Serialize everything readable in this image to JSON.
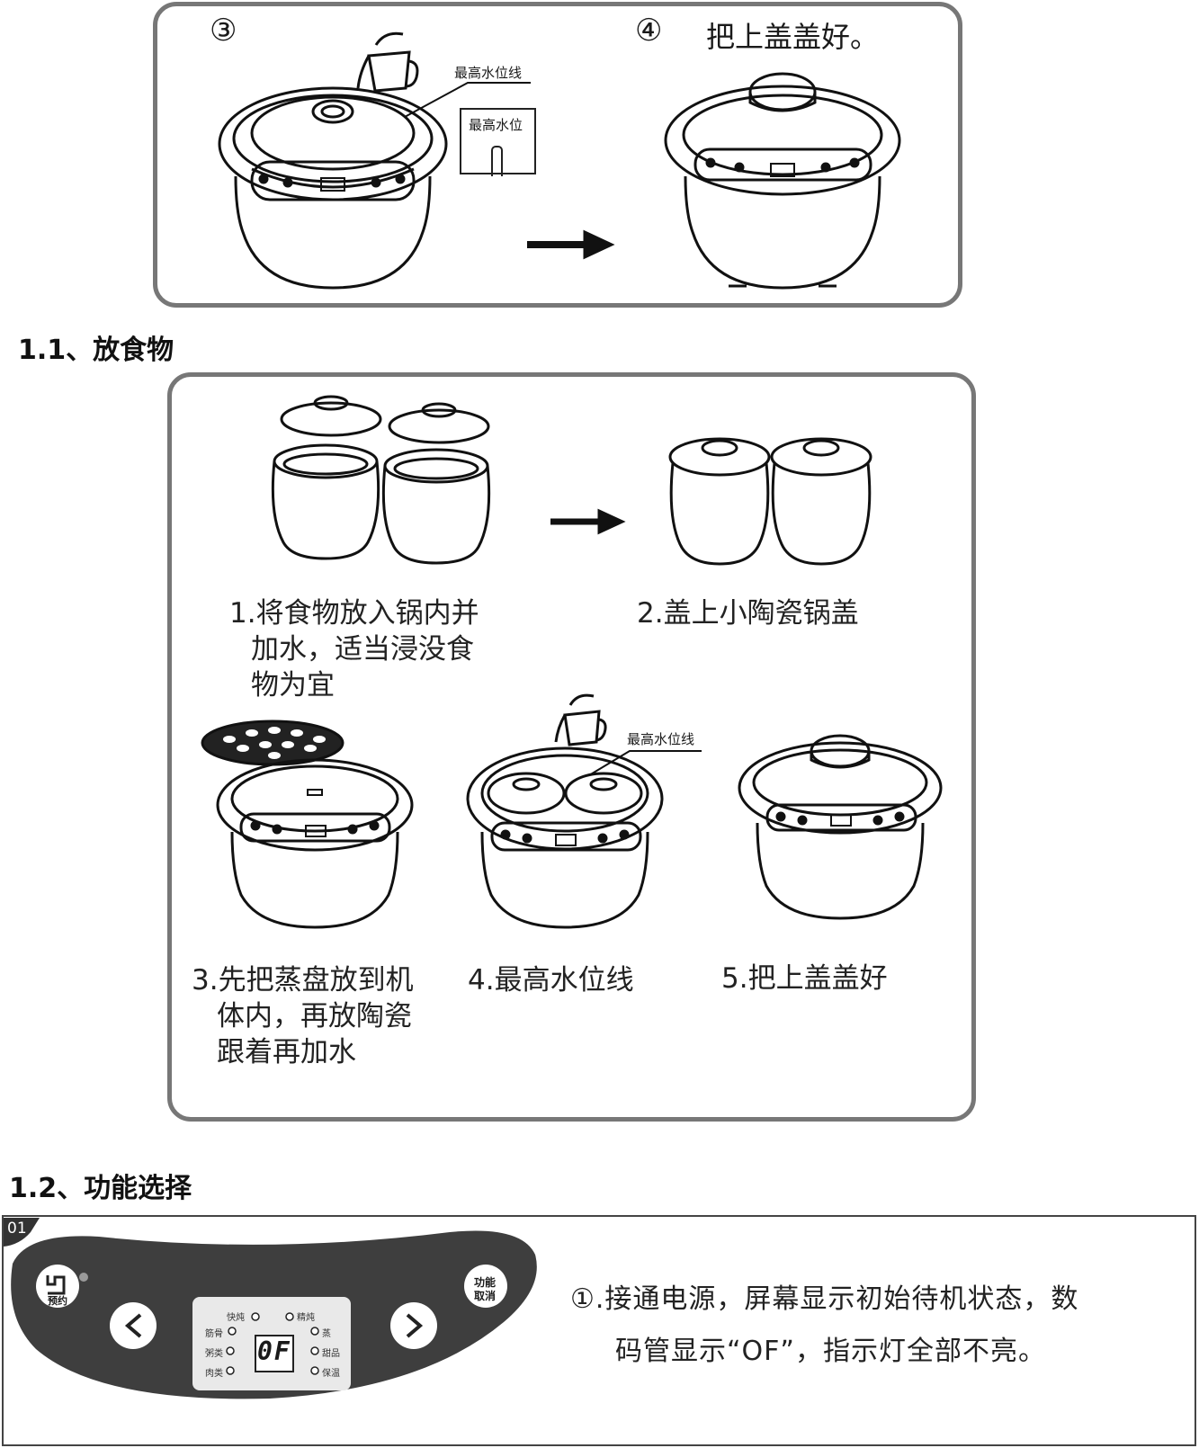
{
  "top_box": {
    "step3_marker": "③",
    "step4_marker": "④",
    "step4_text": "把上盖盖好。",
    "max_water_line_label": "最高水位线",
    "max_water_label": "最高水位"
  },
  "section_11": {
    "heading": "1.1、放食物",
    "captions": {
      "c1": [
        "1.将食物放入锅内并",
        "加水，适当浸没食",
        "物为宜"
      ],
      "c2": [
        "2.盖上小陶瓷锅盖"
      ],
      "c3": [
        "3.先把蒸盘放到机",
        "体内，再放陶瓷",
        "跟着再加水"
      ],
      "c4": [
        "4.最高水位线"
      ],
      "c5": [
        "5.把上盖盖好"
      ]
    },
    "max_water_line_label": "最高水位线"
  },
  "section_12": {
    "heading": "1.2、功能选择",
    "panel_tag": "01",
    "buttons": {
      "reserve": "预约",
      "function_line1": "功能",
      "function_line2": "取消"
    },
    "display": "0F",
    "modes_left": [
      "筋骨",
      "粥类",
      "肉类"
    ],
    "modes_right": [
      "蒸",
      "甜品",
      "保温"
    ],
    "modes_top": [
      "快炖",
      "精炖"
    ],
    "description": [
      "①.接通电源，屏幕显示初始待机状态，数",
      "码管显示“OF”，指示灯全部不亮。"
    ]
  }
}
